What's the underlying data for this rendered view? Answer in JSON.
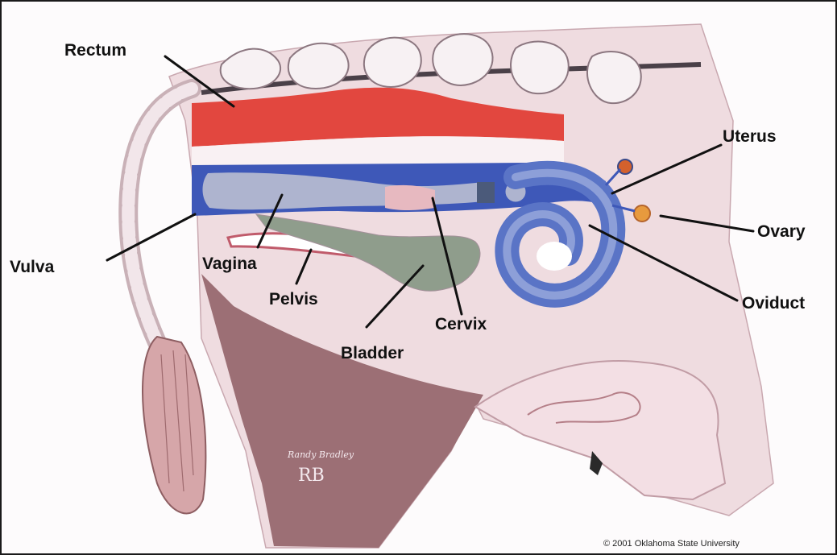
{
  "labels": {
    "rectum": "Rectum",
    "uterus": "Uterus",
    "ovary": "Ovary",
    "vulva": "Vulva",
    "vagina": "Vagina",
    "pelvis": "Pelvis",
    "oviduct": "Oviduct",
    "cervix": "Cervix",
    "bladder": "Bladder"
  },
  "signature": "Randy Bradley",
  "signature_mark": "RB",
  "copyright": "© 2001 Oklahoma State University",
  "colors": {
    "rectum": "#e2473f",
    "vagina_blue": "#3e58b8",
    "uterus_blue": "#5a74c6",
    "bladder": "#8f9d8c",
    "body_pink": "#efdce0",
    "hindleg": "#9c6f75",
    "ovary": "#e79a3e"
  }
}
